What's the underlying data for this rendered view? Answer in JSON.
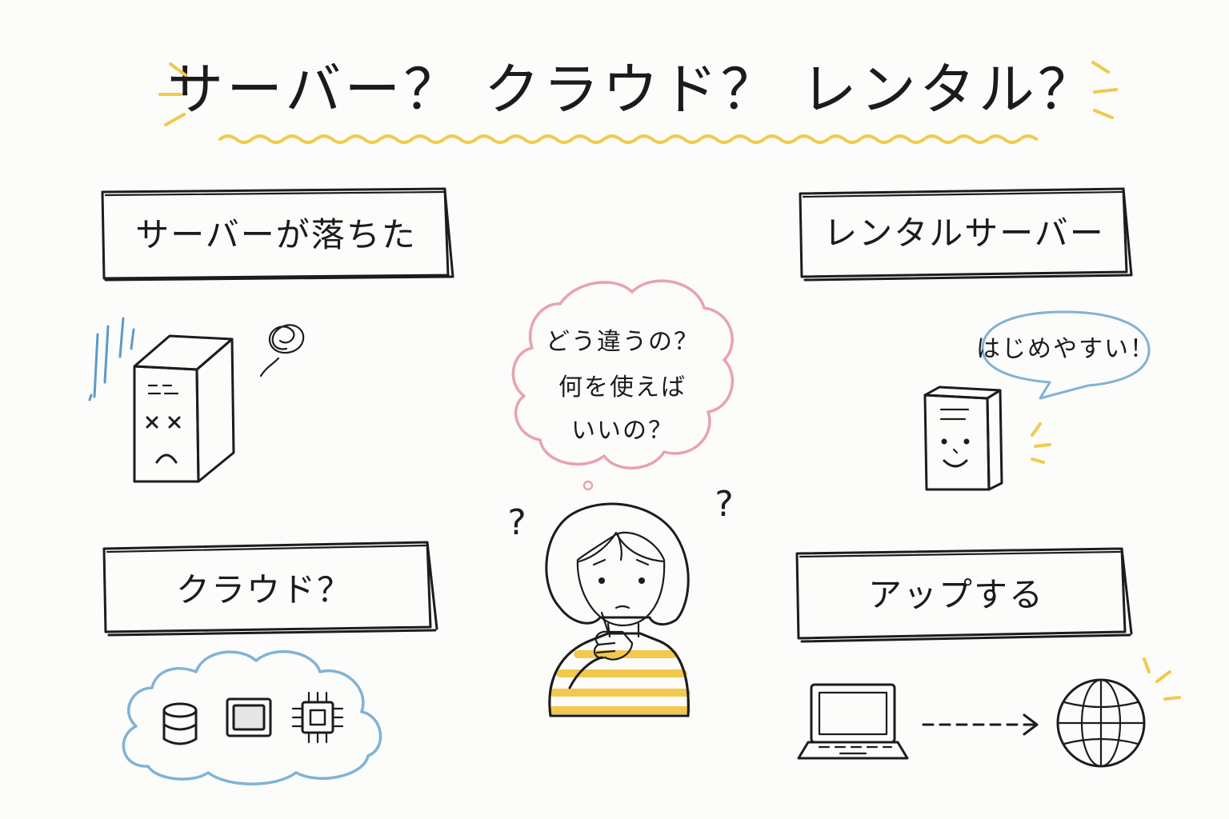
{
  "title": "サーバー？ クラウド？ レンタル？",
  "labels": {
    "server_down": "サーバーが落ちた",
    "rental_server": "レンタルサーバー",
    "cloud": "クラウド？",
    "upload": "アップする"
  },
  "thought_bubble": {
    "line1": "どう違うの？",
    "line2": "何を使えば",
    "line3": "いいの？"
  },
  "speech_bubble": "はじめやすい！",
  "question_marks": [
    "?",
    "?"
  ],
  "colors": {
    "accent_yellow": "#f2c94c",
    "cloud_blue": "#7fb3d5",
    "thought_pink": "#e8a3ad",
    "server_gray": "#9a9a9a",
    "ink": "#1c1c1c"
  },
  "icons": [
    "broken-server-icon",
    "dizzy-swirl-icon",
    "database-icon",
    "monitor-icon",
    "chip-icon",
    "happy-server-icon",
    "laptop-icon",
    "arrow-icon",
    "globe-icon",
    "person-icon"
  ]
}
